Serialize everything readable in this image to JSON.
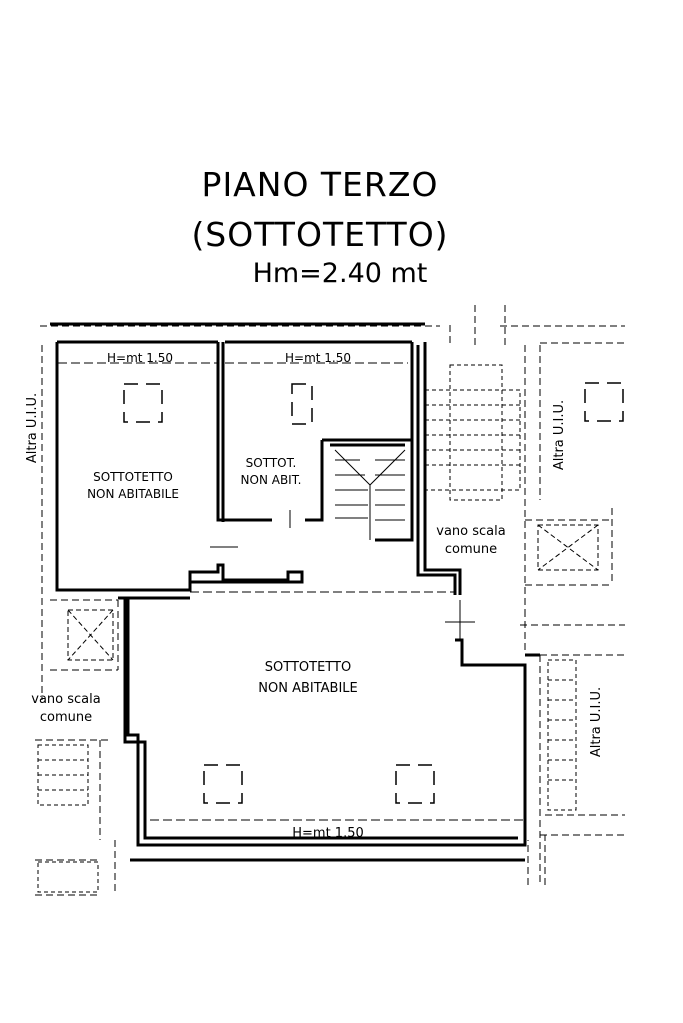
{
  "title": {
    "line1": "PIANO TERZO",
    "line2": "(SOTTOTETTO)",
    "line3": "Hm=2.40 mt"
  },
  "labels": {
    "h_left": "H=mt 1.50",
    "h_mid": "H=mt 1.50",
    "h_bottom": "H=mt 1.50",
    "room_left_1": "SOTTOTETTO",
    "room_left_2": "NON ABITABILE",
    "room_mid_1": "SOTTOT.",
    "room_mid_2": "NON ABIT.",
    "room_big_1": "SOTTOTETTO",
    "room_big_2": "NON ABITABILE",
    "altra_left": "Altra U.I.U.",
    "altra_right_top": "Altra U.I.U.",
    "altra_right_bottom": "Altra U.I.U.",
    "vano_right_1": "vano scala",
    "vano_right_2": "comune",
    "vano_left_1": "vano scala",
    "vano_left_2": "comune"
  }
}
